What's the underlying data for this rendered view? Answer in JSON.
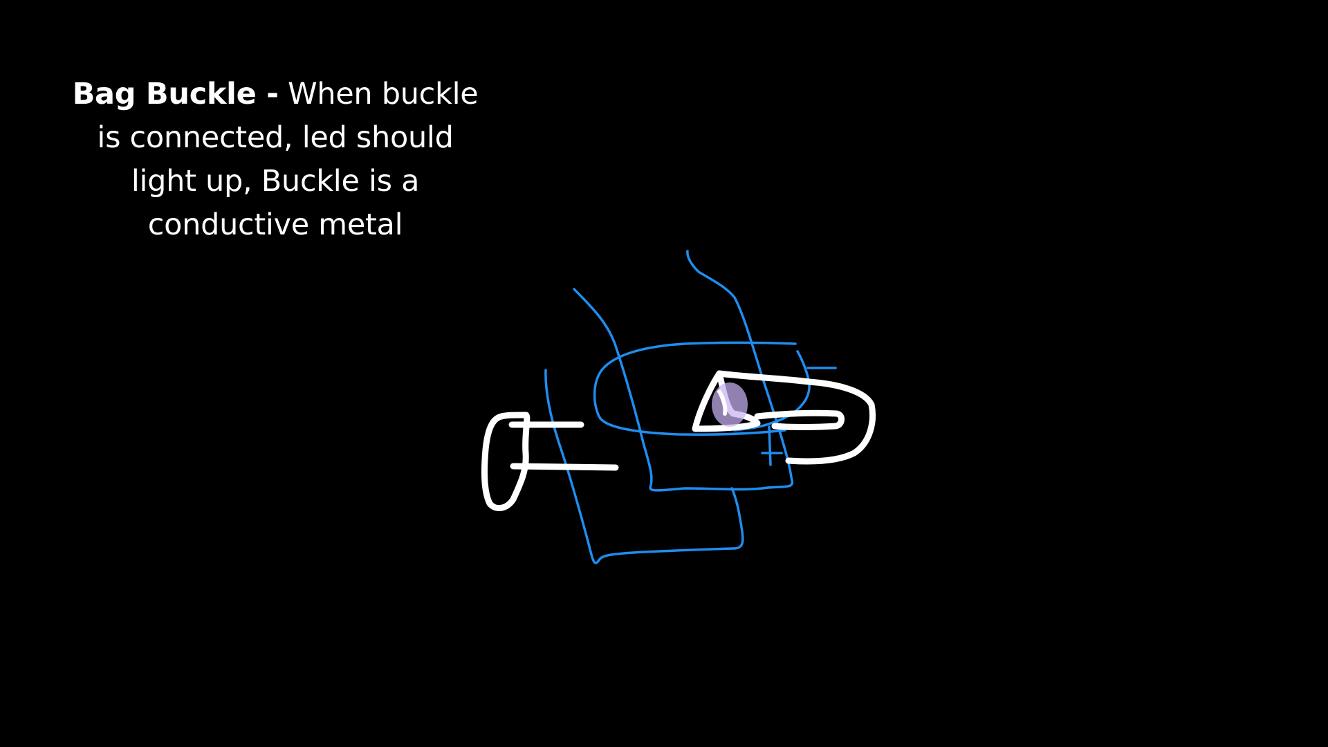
{
  "caption": {
    "title": "Bag Buckle -",
    "body": "When buckle is connected, led should light up, Buckle is a conductive metal"
  },
  "colors": {
    "background": "#000000",
    "text": "#ffffff",
    "sketch_bag": "#1f8df0",
    "sketch_buckle": "#ffffff",
    "led_highlight": "#c9b3f5"
  },
  "sketch": {
    "elements": [
      "bag-outline",
      "bag-flap",
      "buckle-left-loop",
      "buckle-right-clasp",
      "led-indicator"
    ]
  }
}
